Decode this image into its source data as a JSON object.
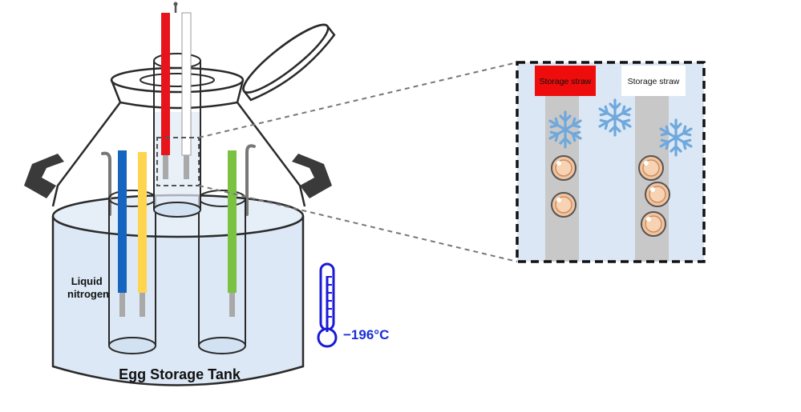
{
  "labels": {
    "tank_title": "Egg Storage Tank",
    "liquid_line1": "Liquid",
    "liquid_line2": "nitrogen",
    "temperature": "−196°C",
    "straw_left": "Storage straw",
    "straw_right": "Storage straw"
  },
  "icons": {
    "thermometer": "thermometer-icon",
    "snowflake": "snowflake-icon",
    "egg": "egg-cell-icon"
  },
  "colors": {
    "liquid": "#dce8f5",
    "liquid_edge": "#bcd2ea",
    "tank_outline": "#2a2a2a",
    "handle": "#3a3a3a",
    "rod_red": "#e8141b",
    "rod_blue": "#1565c0",
    "rod_yellow": "#ffd54f",
    "rod_green": "#7cc242",
    "thermometer": "#1a1ad6",
    "temp_text": "#1a2fd6",
    "snowflake": "#6fa8dc",
    "straw_band": "#c8c8c8",
    "inset_bg": "#dbe7f4",
    "egg_outer": "#c98f63",
    "egg_inner": "#f4c49f",
    "dash": "#777777"
  }
}
